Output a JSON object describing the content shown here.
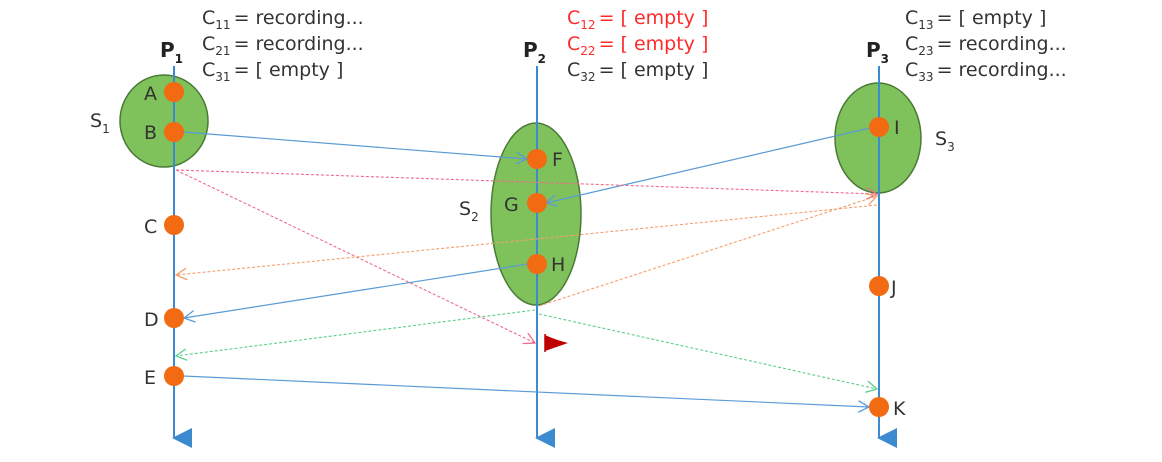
{
  "processes": [
    {
      "label": "P",
      "sub": "1"
    },
    {
      "label": "P",
      "sub": "2"
    },
    {
      "label": "P",
      "sub": "3"
    }
  ],
  "snapshots": [
    {
      "label": "S",
      "sub": "1"
    },
    {
      "label": "S",
      "sub": "2"
    },
    {
      "label": "S",
      "sub": "3"
    }
  ],
  "events": [
    "A",
    "B",
    "C",
    "D",
    "E",
    "F",
    "G",
    "H",
    "I",
    "J",
    "K"
  ],
  "channels": {
    "p1": [
      {
        "c": "C",
        "sub": "11",
        "state": "= recording..."
      },
      {
        "c": "C",
        "sub": "21",
        "state": "= recording..."
      },
      {
        "c": "C",
        "sub": "31",
        "state": "= [ empty ]"
      }
    ],
    "p2": [
      {
        "c": "C",
        "sub": "12",
        "state": "= [ empty ]"
      },
      {
        "c": "C",
        "sub": "22",
        "state": "= [ empty ]"
      },
      {
        "c": "C",
        "sub": "32",
        "state": "= [ empty ]"
      }
    ],
    "p3": [
      {
        "c": "C",
        "sub": "13",
        "state": "= [ empty ]"
      },
      {
        "c": "C",
        "sub": "23",
        "state": "= recording..."
      },
      {
        "c": "C",
        "sub": "33",
        "state": "= recording..."
      }
    ]
  },
  "colors": {
    "timeline": "#3c8bd0",
    "snapshot_fill": "#7fc25b",
    "snapshot_stroke": "#4a7a36",
    "event": "#f26a12",
    "msg_blue": "#5b9bd5",
    "msg_pink": "#f06a8a",
    "msg_orange": "#f4a06a",
    "msg_green": "#5ccf8a",
    "highlight_text": "#ff2a2a",
    "flag": "#c00000"
  }
}
